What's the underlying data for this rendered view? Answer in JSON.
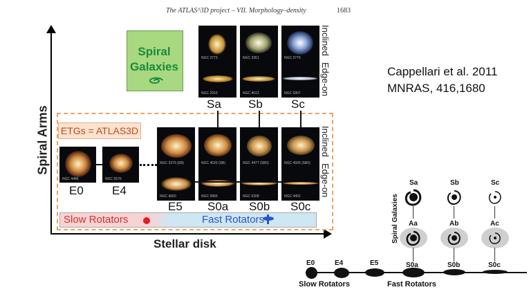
{
  "header": {
    "title": "The ATLAS^3D project – VII. Morphology–density",
    "page": "1683"
  },
  "axes": {
    "y_label": "Spiral Arms",
    "x_label": "Stellar disk"
  },
  "spiral_box": {
    "line1": "Spiral",
    "line2": "Galaxies"
  },
  "etg_label": "ETGs = ATLAS3D",
  "side_labels": {
    "inclined": "Inclined",
    "edge_on": "Edge-on"
  },
  "top_labels": [
    "Sa",
    "Sb",
    "Sc"
  ],
  "top_captions_top": [
    "NGC 3773",
    "NGC 3351",
    "NGC 2776"
  ],
  "top_captions_bot": [
    "NGC 2916",
    "NGC 4013",
    "NGC 5907"
  ],
  "mid_labels": [
    "E5",
    "S0a",
    "S0b",
    "S0c"
  ],
  "mid_captions_top": [
    "NGC 3379 (EB)",
    "NGC 4526 (SB)",
    "NGC 4477 (SB0)",
    "NGC 4936 (SB0)"
  ],
  "mid_captions_bot": [
    "NGC 4660",
    "NGC 5866",
    "NGC 5308",
    "NGC 4452"
  ],
  "left_labels": [
    "E0",
    "E4"
  ],
  "left_captions": [
    "NGC 4486",
    "NGC 5576"
  ],
  "rotators": {
    "slow": "Slow Rotators",
    "fast": "Fast Rotators"
  },
  "citation": {
    "line1": "Cappellari et al. 2011",
    "line2": "MNRAS, 416,1680"
  },
  "schema": {
    "spiral_label": "Spiral Galaxies",
    "top_row": [
      "Sa",
      "Sb",
      "Sc"
    ],
    "mid_row": [
      "Aa",
      "Ab",
      "Ac"
    ],
    "bottom_row": [
      "E0",
      "E4",
      "E5",
      "S0a",
      "S0b",
      "S0c"
    ],
    "slow": "Slow Rotators",
    "fast": "Fast Rotators"
  }
}
